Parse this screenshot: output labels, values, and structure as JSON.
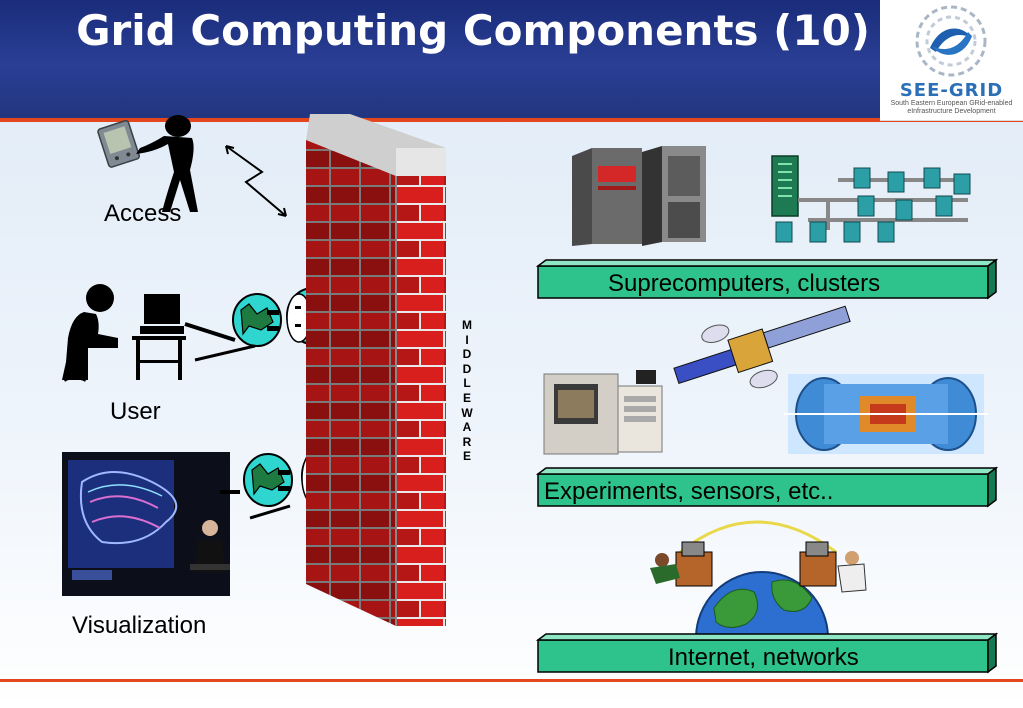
{
  "slide": {
    "title": "Grid Computing Components (10)",
    "logo": {
      "name": "SEE-GRID",
      "subtitle": "South Eastern European GRid-enabled eInfrastructure Development"
    }
  },
  "left_items": [
    {
      "label": "Access",
      "icon": "pda-user-icon"
    },
    {
      "label": "User",
      "icon": "desktop-user-icon"
    },
    {
      "label": "Visualization",
      "icon": "visualization-wall-photo"
    }
  ],
  "middleware_letters": [
    "M",
    "I",
    "D",
    "D",
    "L",
    "E",
    "W",
    "A",
    "R",
    "E"
  ],
  "resource_banners": [
    {
      "label": "Suprecomputers, clusters"
    },
    {
      "label": "Experiments, sensors, etc.."
    },
    {
      "label": "Internet, networks"
    }
  ],
  "colors": {
    "header_bg": "#22357f",
    "accent_rule": "#e4471e",
    "banner_fill": "#2ec38c",
    "brick": "#d42020"
  }
}
